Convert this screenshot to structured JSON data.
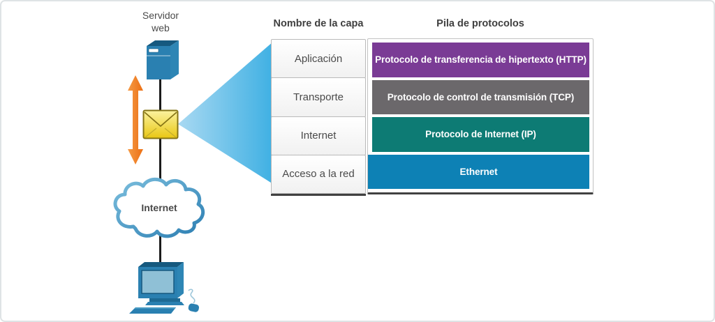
{
  "diagram": {
    "server_label_line1": "Servidor",
    "server_label_line2": "web",
    "cloud_label": "Internet",
    "icons": {
      "server": "server-tower-icon",
      "envelope": "message-envelope-icon",
      "double_arrow": "up-down-arrow-icon",
      "cloud": "internet-cloud-icon",
      "computer": "desktop-computer-icon",
      "beam": "projection-beam-shape"
    }
  },
  "table": {
    "header_layer": "Nombre de la capa",
    "header_stack": "Pila de protocolos",
    "rows": [
      {
        "layer": "Aplicación",
        "protocol": "Protocolo de transferencia de hipertexto (HTTP)",
        "color": "#7a3b95"
      },
      {
        "layer": "Transporte",
        "protocol": "Protocolo de control de transmisión (TCP)",
        "color": "#6b686b"
      },
      {
        "layer": "Internet",
        "protocol": "Protocolo de Internet (IP)",
        "color": "#0d7b74"
      },
      {
        "layer": "Acceso a la red",
        "protocol": "Ethernet",
        "color": "#0d81b5"
      }
    ]
  },
  "colors": {
    "beam_light": "#a9d9f2",
    "beam_dark": "#3fb0e3",
    "arrow_orange": "#f0812b",
    "device_blue": "#2a80b1",
    "line_black": "#1b1b1b",
    "text_dark": "#4a4a4a"
  }
}
